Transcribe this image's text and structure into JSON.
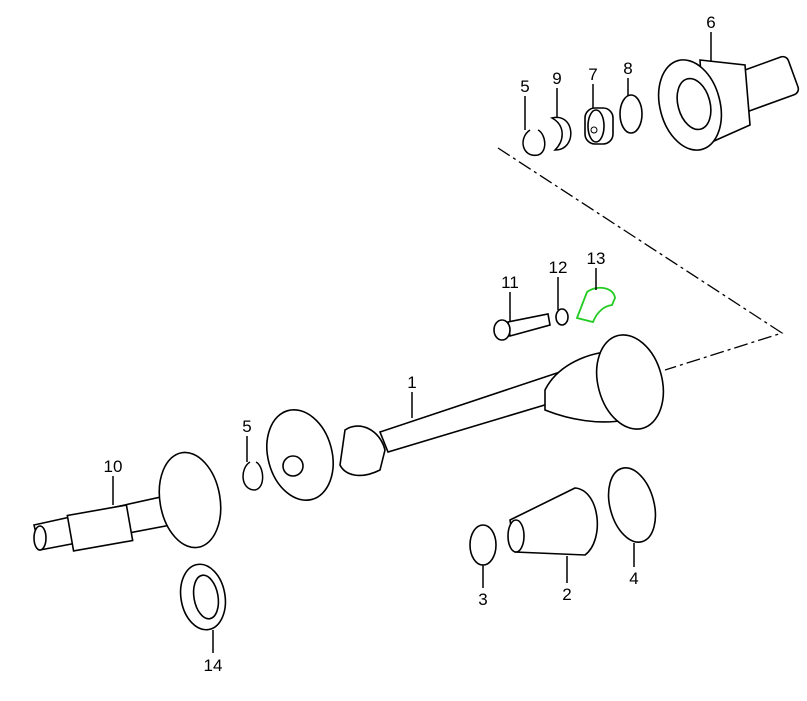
{
  "diagram": {
    "highlight_color": "#22cc22",
    "callouts": [
      {
        "id": "6",
        "label": "6"
      },
      {
        "id": "5a",
        "label": "5"
      },
      {
        "id": "9",
        "label": "9"
      },
      {
        "id": "7",
        "label": "7"
      },
      {
        "id": "8",
        "label": "8"
      },
      {
        "id": "11",
        "label": "11"
      },
      {
        "id": "12",
        "label": "12"
      },
      {
        "id": "13",
        "label": "13",
        "highlighted": true
      },
      {
        "id": "1",
        "label": "1"
      },
      {
        "id": "5b",
        "label": "5"
      },
      {
        "id": "10",
        "label": "10"
      },
      {
        "id": "3",
        "label": "3"
      },
      {
        "id": "2",
        "label": "2"
      },
      {
        "id": "4",
        "label": "4"
      },
      {
        "id": "14",
        "label": "14"
      }
    ]
  }
}
